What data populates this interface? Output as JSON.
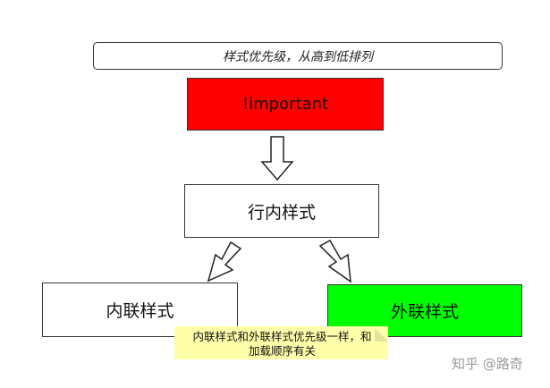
{
  "title": "样式优先级，从高到低排列",
  "nodes": {
    "important": {
      "label": "!important",
      "color": "#ff0000"
    },
    "inline": {
      "label": "行内样式",
      "color": "#ffffff"
    },
    "internal": {
      "label": "内联样式",
      "color": "#ffffff"
    },
    "external": {
      "label": "外联样式",
      "color": "#00ff00"
    }
  },
  "note": {
    "line1": "内联样式和外联样式优先级一样，和",
    "line2": "加载顺序有关",
    "color": "#ffffaa"
  },
  "watermark": "知乎 @路奇",
  "edges": [
    {
      "from": "important",
      "to": "inline"
    },
    {
      "from": "inline",
      "to": "internal"
    },
    {
      "from": "inline",
      "to": "external"
    }
  ]
}
